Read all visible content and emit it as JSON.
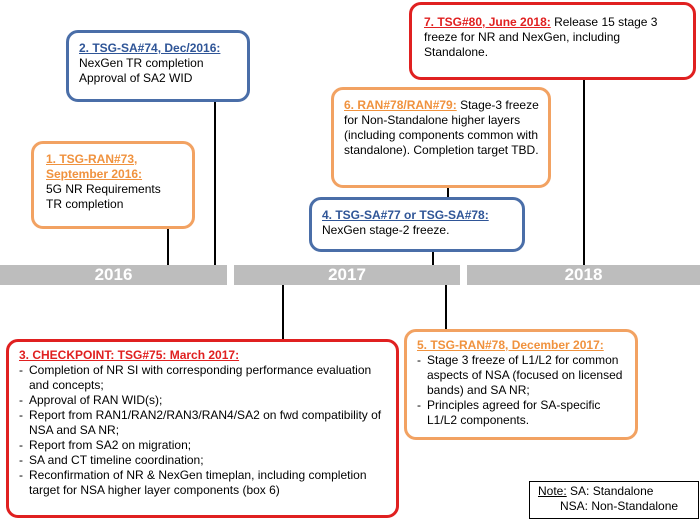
{
  "years": [
    "2016",
    "2017",
    "2018"
  ],
  "milestones": {
    "m1": {
      "title_line1": "1. TSG-RAN#73,",
      "title_line2": "September 2016:",
      "body_line1": "5G NR Requirements",
      "body_line2": "TR completion"
    },
    "m2": {
      "title": "2. TSG-SA#74, Dec/2016:",
      "body_line1": "NexGen TR completion",
      "body_line2": "Approval of SA2 WID"
    },
    "m3": {
      "title": "3. CHECKPOINT: TSG#75: March 2017:",
      "items": [
        "Completion of NR SI with corresponding performance evaluation and concepts;",
        " Approval of RAN WID(s);",
        "Report from RAN1/RAN2/RAN3/RAN4/SA2 on fwd compatibility of NSA and SA NR;",
        "Report from SA2 on migration;",
        "SA and CT timeline coordination;",
        "Reconfirmation of NR & NexGen timeplan, including completion target for NSA higher layer components (box 6)"
      ]
    },
    "m4": {
      "title": "4. TSG-SA#77 or TSG-SA#78:",
      "body": "NexGen stage-2 freeze."
    },
    "m5": {
      "title": "5. TSG-RAN#78, December 2017:",
      "items": [
        "Stage 3 freeze of L1/L2 for common aspects of NSA (focused on licensed bands) and SA NR;",
        "Principles agreed for SA-specific L1/L2 components."
      ]
    },
    "m6": {
      "title": "6. RAN#78/RAN#79:",
      "body": "Stage-3 freeze for Non-Standalone higher layers (including components common with standalone). Completion target TBD."
    },
    "m7": {
      "title": "7. TSG#80, June 2018:",
      "body": "Release 15 stage 3 freeze for NR and NexGen, including Standalone."
    }
  },
  "note": {
    "label": "Note:",
    "line1": "SA: Standalone",
    "line2": "NSA: Non-Standalone"
  },
  "colors": {
    "orange": "#f2a262",
    "blue": "#4a6ea8",
    "red": "#e02020",
    "band": "#bdbdbd"
  }
}
